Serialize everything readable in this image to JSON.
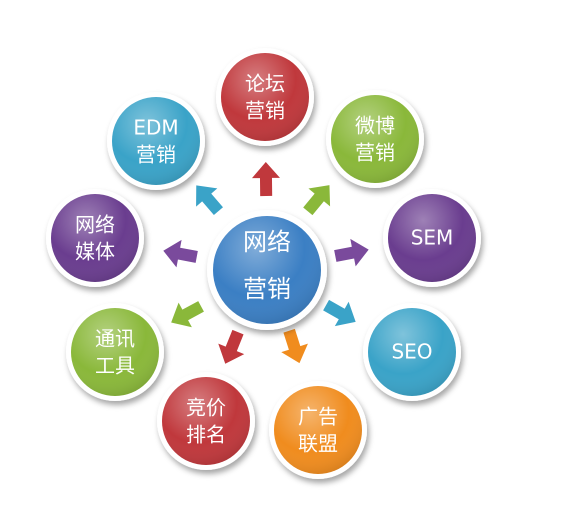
{
  "center": {
    "line1": "网络",
    "line2": "营销",
    "color": "#3b7fc4"
  },
  "nodes": [
    {
      "id": "forum",
      "line1": "论坛",
      "line2": "营销",
      "color": "#c0383c",
      "arrow": "#c0383c"
    },
    {
      "id": "weibo",
      "line1": "微博",
      "line2": "营销",
      "color": "#8ab83a",
      "arrow": "#8ab83a"
    },
    {
      "id": "sem",
      "line1": "SEM",
      "line2": "",
      "color": "#6a3d8f",
      "arrow": "#7a4a9c"
    },
    {
      "id": "seo",
      "line1": "SEO",
      "line2": "",
      "color": "#3aa3c8",
      "arrow": "#3aa3c8"
    },
    {
      "id": "ad",
      "line1": "广告",
      "line2": "联盟",
      "color": "#f08c1e",
      "arrow": "#f08c1e"
    },
    {
      "id": "ranking",
      "line1": "竞价",
      "line2": "排名",
      "color": "#c0383c",
      "arrow": "#c0383c"
    },
    {
      "id": "im",
      "line1": "通讯",
      "line2": "工具",
      "color": "#8ab83a",
      "arrow": "#8ab83a"
    },
    {
      "id": "network",
      "line1": "网络",
      "line2": "媒体",
      "color": "#6a3d8f",
      "arrow": "#7a4a9c"
    },
    {
      "id": "edm",
      "line1": "EDM",
      "line2": "营销",
      "color": "#3aa3c8",
      "arrow": "#3aa3c8"
    }
  ]
}
